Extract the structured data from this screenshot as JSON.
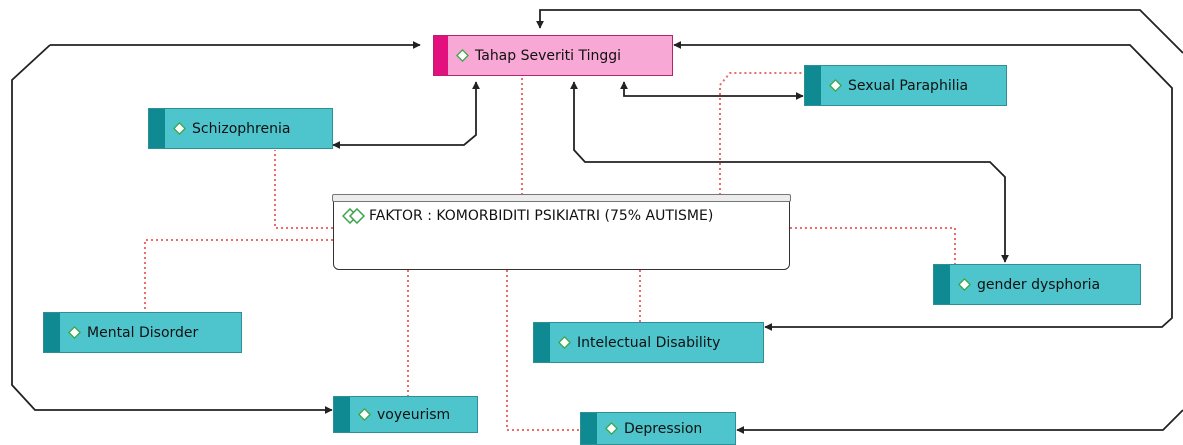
{
  "diagram": {
    "center": {
      "label": "FAKTOR : KOMORBIDITI PSIKIATRI (75% AUTISME)",
      "icon": "double-diamond-icon"
    },
    "nodes": {
      "tahap": {
        "label": "Tahap Severiti Tinggi",
        "color": "#f7a8d4"
      },
      "schizophrenia": {
        "label": "Schizophrenia"
      },
      "sexual": {
        "label": "Sexual Paraphilia"
      },
      "gender": {
        "label": "gender dysphoria"
      },
      "mental": {
        "label": "Mental Disorder"
      },
      "intelectual": {
        "label": "Intelectual Disability"
      },
      "voyeurism": {
        "label": "voyeurism"
      },
      "depression": {
        "label": "Depression"
      }
    },
    "colors": {
      "node_fill": "#4ec5cc",
      "node_stripe": "#0f8a92",
      "highlight_fill": "#f7a8d4",
      "highlight_stripe": "#e2117e",
      "dotted_link": "#f06a6a",
      "arrow": "#222222"
    },
    "node_icon": "diamond-icon"
  }
}
